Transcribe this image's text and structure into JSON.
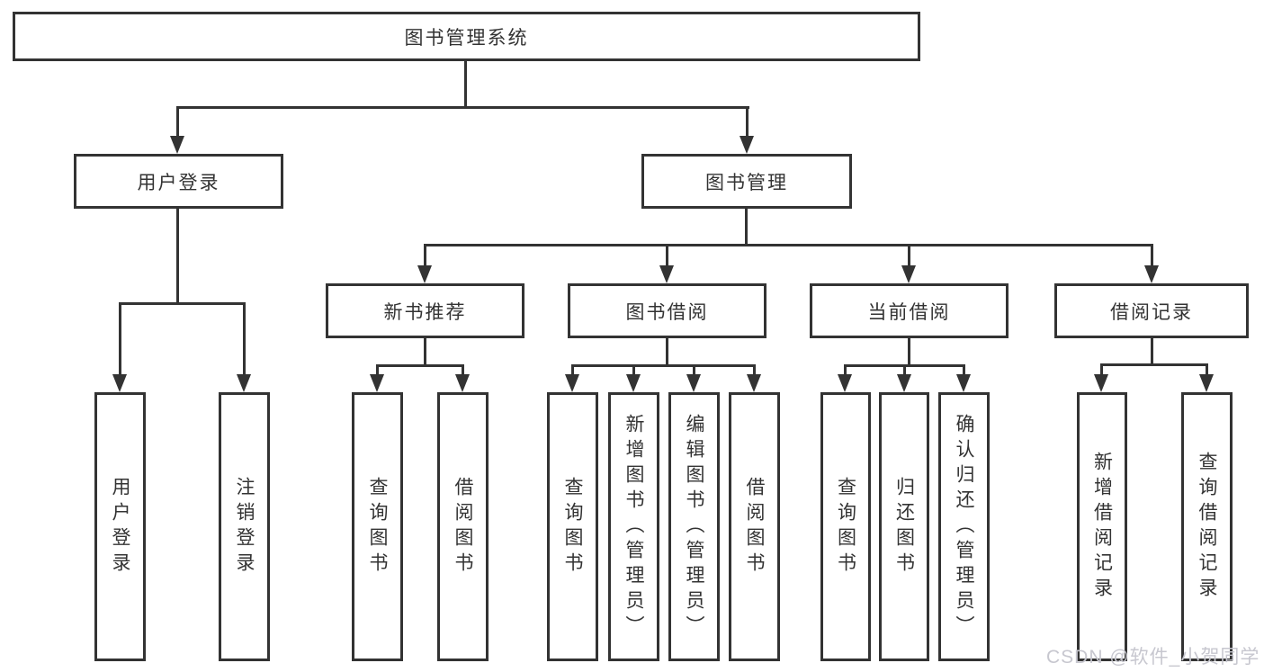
{
  "diagram": {
    "root": {
      "label": "图书管理系统"
    },
    "branches": [
      {
        "label": "用户登录",
        "children": [
          {
            "label": "用户登录"
          },
          {
            "label": "注销登录"
          }
        ]
      },
      {
        "label": "图书管理",
        "children": [
          {
            "label": "新书推荐",
            "children": [
              {
                "label": "查询图书"
              },
              {
                "label": "借阅图书"
              }
            ]
          },
          {
            "label": "图书借阅",
            "children": [
              {
                "label": "查询图书"
              },
              {
                "label": "新增图书（管理员）"
              },
              {
                "label": "编辑图书（管理员）"
              },
              {
                "label": "借阅图书"
              }
            ]
          },
          {
            "label": "当前借阅",
            "children": [
              {
                "label": "查询图书"
              },
              {
                "label": "归还图书"
              },
              {
                "label": "确认归还（管理员）"
              }
            ]
          },
          {
            "label": "借阅记录",
            "children": [
              {
                "label": "新增借阅记录"
              },
              {
                "label": "查询借阅记录"
              }
            ]
          }
        ]
      }
    ]
  },
  "watermark": {
    "text": "CSDN @软件_小贺同学"
  },
  "colors": {
    "line": "#333333",
    "box_border": "#333333",
    "box_fill": "#ffffff",
    "text": "#333333",
    "watermark": "#c7c7cf"
  }
}
